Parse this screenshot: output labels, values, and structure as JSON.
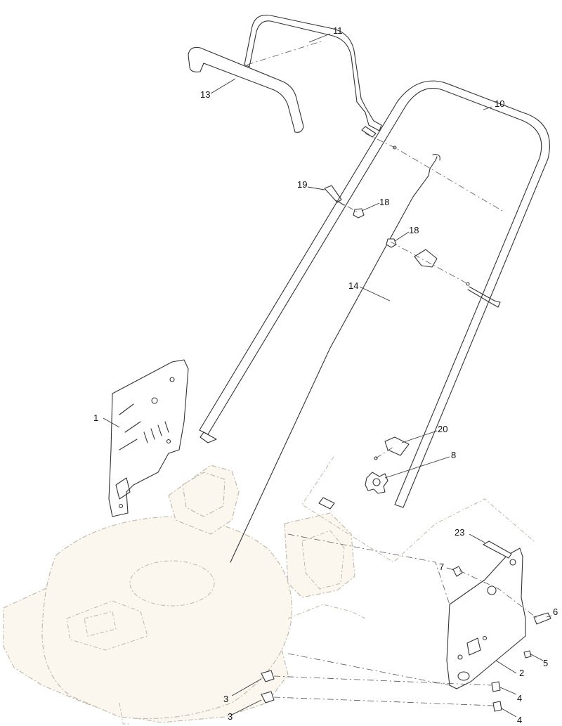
{
  "callouts": [
    "1",
    "2",
    "3",
    "3",
    "4",
    "4",
    "5",
    "6",
    "7",
    "8",
    "10",
    "11",
    "13",
    "14",
    "18",
    "18",
    "19",
    "20",
    "23"
  ]
}
